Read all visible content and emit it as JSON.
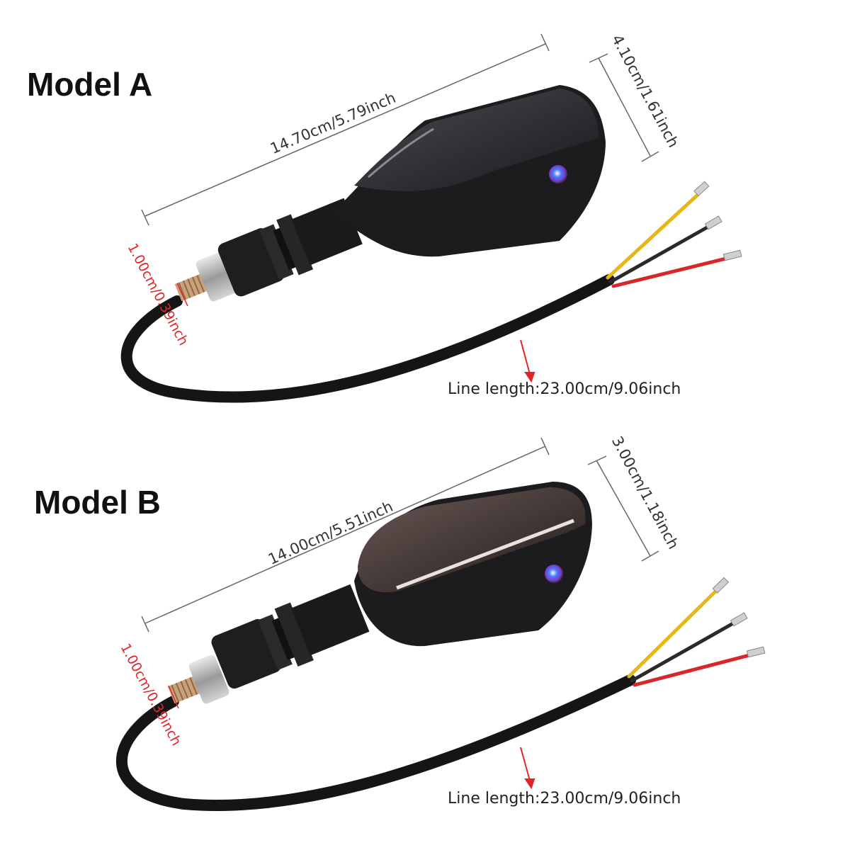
{
  "model_a": {
    "title": "Model A",
    "length_label": "14.70cm/5.79inch",
    "height_label": "4.10cm/1.61inch",
    "thread_label": "1.00cm/0.39inch",
    "line_length_label": "Line length:23.00cm/9.06inch"
  },
  "model_b": {
    "title": "Model B",
    "length_label": "14.00cm/5.51inch",
    "height_label": "3.00cm/1.18inch",
    "thread_label": "1.00cm/0.39inch",
    "line_length_label": "Line length:23.00cm/9.06inch"
  },
  "colors": {
    "housing": "#1c1c1e",
    "lens_a": "#3a3a3d",
    "lens_b": "#4a3f3d",
    "wire_yellow": "#e6b817",
    "wire_black": "#222222",
    "wire_red": "#d8262b",
    "cable": "#151515",
    "thread": "#c9a27a",
    "accent_red": "#e0262b"
  },
  "icons": [
    "led-eye-icon"
  ]
}
